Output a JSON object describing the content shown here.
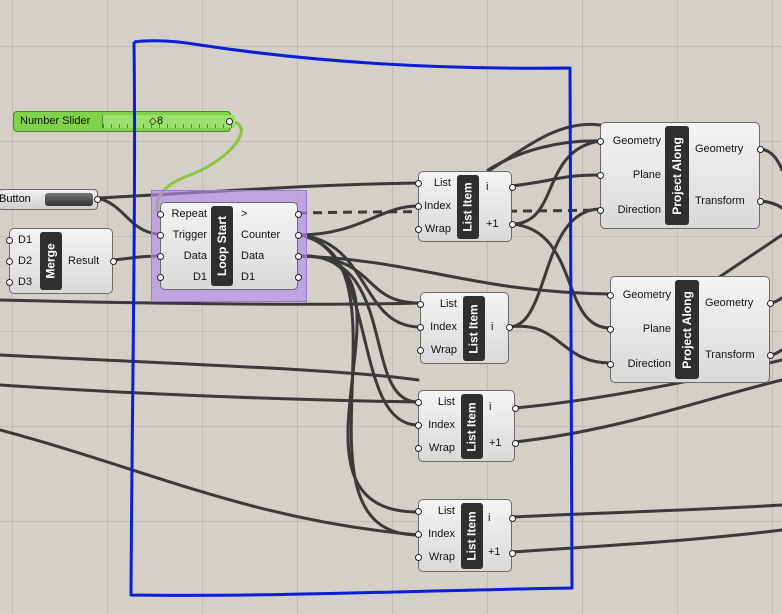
{
  "canvas": {
    "background": "#d4d0c8"
  },
  "number_slider": {
    "label": "Number Slider",
    "value": "8"
  },
  "button": {
    "label": "Button"
  },
  "merge": {
    "name": "Merge",
    "inputs": [
      "D1",
      "D2",
      "D3"
    ],
    "output": "Result"
  },
  "loop_start": {
    "name": "Loop Start",
    "inputs": [
      "Repeat",
      "Trigger",
      "Data",
      "D1"
    ],
    "outputs": [
      ">",
      "Counter",
      "Data",
      "D1"
    ]
  },
  "list_items": [
    {
      "name": "List Item",
      "inputs": [
        "List",
        "Index",
        "Wrap"
      ],
      "outputs": [
        "i",
        "+1"
      ]
    },
    {
      "name": "List Item",
      "inputs": [
        "List",
        "Index",
        "Wrap"
      ],
      "outputs": [
        "i"
      ]
    },
    {
      "name": "List Item",
      "inputs": [
        "List",
        "Index",
        "Wrap"
      ],
      "outputs": [
        "i",
        "+1"
      ]
    },
    {
      "name": "List Item",
      "inputs": [
        "List",
        "Index",
        "Wrap"
      ],
      "outputs": [
        "i",
        "+1"
      ]
    }
  ],
  "project_along": [
    {
      "name": "Project Along",
      "inputs": [
        "Geometry",
        "Plane",
        "Direction"
      ],
      "outputs": [
        "Geometry",
        "Transform"
      ]
    },
    {
      "name": "Project Along",
      "inputs": [
        "Geometry",
        "Plane",
        "Direction"
      ],
      "outputs": [
        "Geometry",
        "Transform"
      ]
    }
  ],
  "colors": {
    "wire": "#3a3a3a",
    "slider_wire": "#8cc63f",
    "annotation": "#0a1ed8",
    "loop_group": "#b48ceb",
    "slider": "#7ed34a"
  }
}
